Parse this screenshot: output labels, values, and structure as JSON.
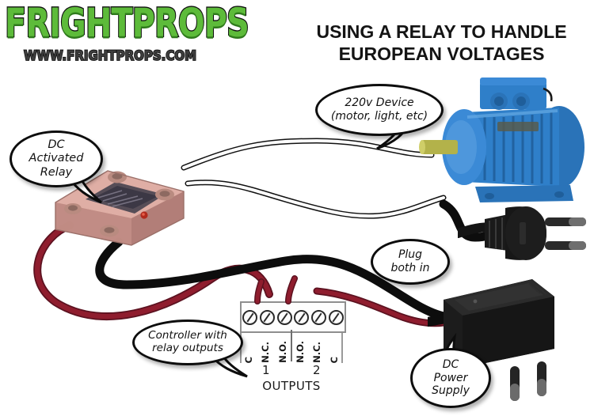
{
  "logo": {
    "brand": "FRIGHTPROPS",
    "url": "WWW.FRIGHTPROPS.COM",
    "brand_color": "#5DBB3A",
    "outline_color": "#111111"
  },
  "title": {
    "line1": "USING A RELAY TO HANDLE",
    "line2": "EUROPEAN VOLTAGES"
  },
  "callouts": [
    {
      "id": "relay-callout",
      "text": "DC\nActivated\nRelay"
    },
    {
      "id": "device-callout",
      "text": "220v Device\n(motor, light, etc)"
    },
    {
      "id": "plug-callout",
      "text": "Plug\nboth in"
    },
    {
      "id": "controller-callout",
      "text": "Controller with\nrelay outputs"
    },
    {
      "id": "psu-callout",
      "text": "DC\nPower\nSupply"
    }
  ],
  "callout_text": {
    "relay_l1": "DC",
    "relay_l2": "Activated",
    "relay_l3": "Relay",
    "device_l1": "220v Device",
    "device_l2": "(motor, light, etc)",
    "plug_l1": "Plug",
    "plug_l2": "both in",
    "controller_l1": "Controller with",
    "controller_l2": "relay outputs",
    "psu_l1": "DC",
    "psu_l2": "Power",
    "psu_l3": "Supply"
  },
  "terminal_block": {
    "labels": [
      "C",
      "N.C.",
      "N.O.",
      "N.O.",
      "N.C.",
      "C"
    ],
    "group_numbers": [
      "1",
      "2"
    ],
    "caption": "OUTPUTS",
    "terminal_count": 6
  },
  "components": {
    "relay": {
      "name": "DC Activated Relay",
      "body_color": "#d9a69c",
      "board_color": "#4a4450"
    },
    "motor": {
      "name": "220v Device (motor, light, etc)",
      "body_color": "#2f7fc9",
      "shaft_color": "#b3b24a"
    },
    "plug": {
      "name": "European mains plug",
      "color": "#141414"
    },
    "psu": {
      "name": "DC Power Supply",
      "color": "#1c1c1c"
    }
  },
  "wires": {
    "mains_color": "#ffffff",
    "mains_outline": "#111111",
    "dc_positive_color": "#8f1d2e",
    "dc_negative_color": "#0d0d0d"
  }
}
